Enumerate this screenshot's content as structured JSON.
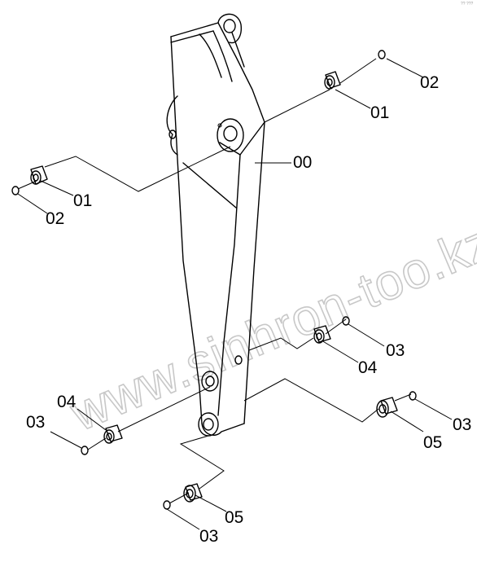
{
  "diagram": {
    "watermark": "www.sinhron-too.kz",
    "corner_mark": "?? ???",
    "labels": {
      "part_00": "00",
      "part_01_right": "01",
      "part_02_right": "02",
      "part_01_left": "01",
      "part_02_left": "02",
      "part_03_right_upper": "03",
      "part_04_right": "04",
      "part_03_right_lower": "03",
      "part_05_right": "05",
      "part_04_left": "04",
      "part_03_left": "03",
      "part_05_bottom": "05",
      "part_03_bottom": "03"
    }
  }
}
